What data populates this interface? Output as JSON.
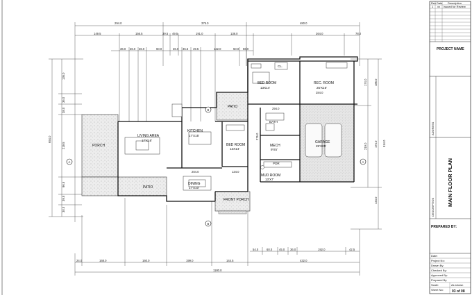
{
  "plan": {
    "top_dims": {
      "row1": [
        "294.0",
        "375.0",
        "480.0"
      ],
      "row2": [
        "149.5",
        "156.5",
        "39.5",
        "49.5",
        "191.0",
        "138.0",
        "264.0",
        "78.0"
      ],
      "row3": [
        "36.0",
        "36.0",
        "36.0",
        "60.0",
        "36.0",
        "45.5",
        "49.5",
        "122.0",
        "50.0",
        "56.0"
      ]
    },
    "left_dims": [
      "136.0",
      "36.0",
      "38.0",
      "219.5",
      "96.5",
      "39.5",
      "30.0"
    ],
    "left_total": "654.0",
    "right_dims": [
      "186.0",
      "174.0",
      "144.0"
    ],
    "right_total": "514.0",
    "right_inner": [
      "174.0",
      "219.0"
    ],
    "bottom_dims": [
      "24.0",
      "168.0",
      "160.0",
      "199.0",
      "144.5",
      "432.0"
    ],
    "bottom_total": "1180.0",
    "lower_right_dims": [
      "54.0",
      "60.0",
      "45.0",
      "36.0",
      "192.0",
      "42.5"
    ],
    "inner_dims": [
      "294.0",
      "284.0",
      "204.0",
      "134.0",
      "276.0"
    ],
    "rooms": {
      "bed1": {
        "name": "BED ROOM",
        "size": "13X14'"
      },
      "rec": {
        "name": "REC. ROOM",
        "size": "25'X16'"
      },
      "cl": {
        "name": "CL."
      },
      "patio_top": {
        "name": "PATIO"
      },
      "bath": {
        "name": "BATH"
      },
      "living": {
        "name": "LIVING AREA",
        "size": "17'X16'"
      },
      "kitchen": {
        "name": "KITCHEN",
        "size": "17'X15'"
      },
      "bed2": {
        "name": "BED ROOM",
        "size": "13X14'"
      },
      "mech": {
        "name": "MECH",
        "size": "9'X5'"
      },
      "garage": {
        "name": "GARAGE",
        "size": "25'X25'"
      },
      "porch": {
        "name": "PORCH"
      },
      "patio": {
        "name": "PATIO"
      },
      "dining": {
        "name": "DINING",
        "size": "17'X10'"
      },
      "pdr": {
        "name": "PDR"
      },
      "mud": {
        "name": "MUD ROOM",
        "size": "13'X7'"
      },
      "front_porch": {
        "name": "FRONT PORCH"
      }
    },
    "section_markers": [
      "A",
      "A",
      "B",
      "B"
    ]
  },
  "title_block": {
    "revision_headers": [
      "Rev",
      "Date",
      "Description"
    ],
    "revision_first": [
      "1",
      "xx",
      "Issued for Review"
    ],
    "project_name_label": "PROJECT NAME",
    "address_label": "ADDRESS",
    "description_label": "DESCRIPTION",
    "sheet_title": "MAIN FLOOR PLAN",
    "prepared_by_label": "PREPARED BY:",
    "info_labels": [
      "Date:",
      "Project No:",
      "Drawn By:",
      "Checked By:",
      "Approved By:",
      "Prepared By:"
    ],
    "scale_label": "Scale:",
    "scale_value": "As shown",
    "sheet_no_label": "Sheet No:",
    "sheet_no_value": "03 of 08"
  }
}
